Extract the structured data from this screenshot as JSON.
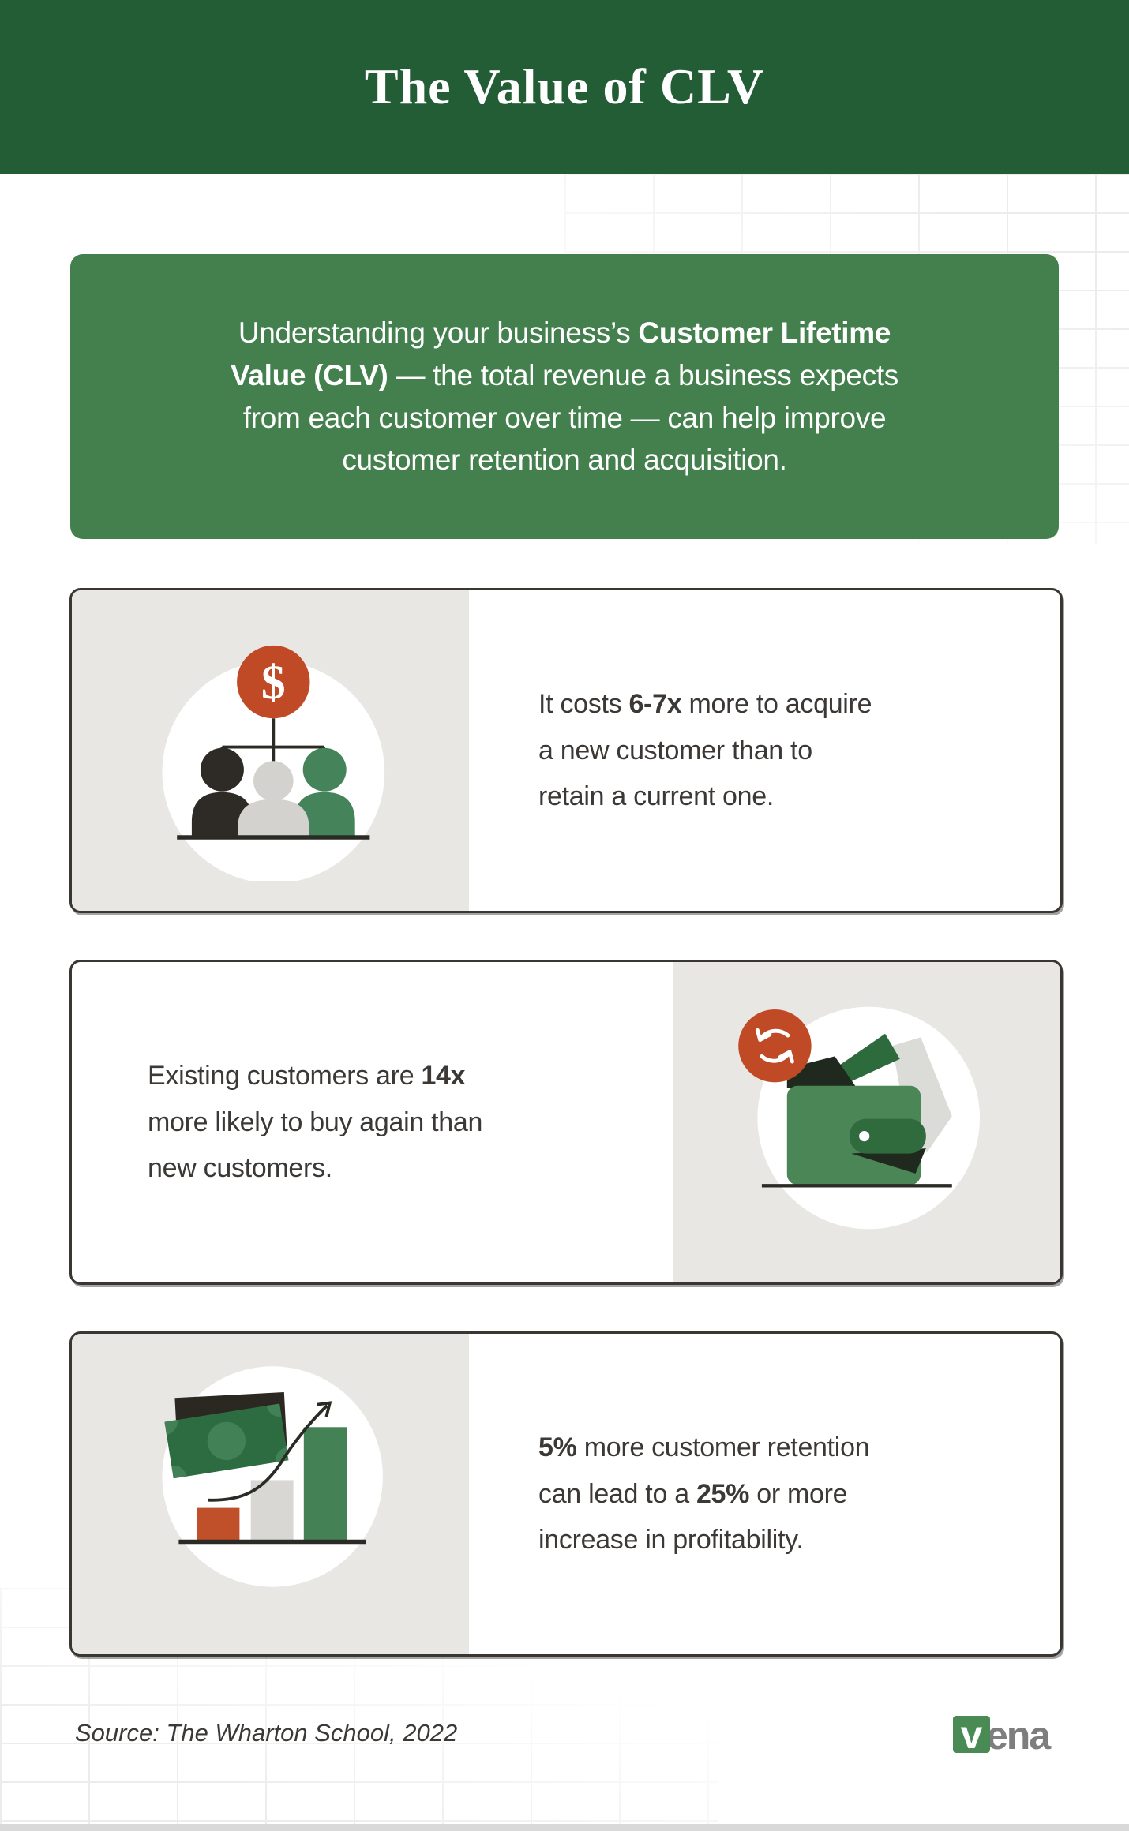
{
  "header": {
    "title": "The Value of CLV"
  },
  "intro": {
    "lines": [
      "Understanding your business’s **Customer Lifetime**",
      "**Value (CLV)** — the total revenue a business expects",
      "from each customer over time — can help improve",
      "customer retention and acquisition."
    ]
  },
  "cards": [
    {
      "icon": "dollar-org-chart",
      "lines": [
        "It costs **6-7x** more to acquire",
        "a new customer than to",
        "retain a current one."
      ]
    },
    {
      "icon": "wallet-refresh",
      "lines": [
        "Existing customers are **14x**",
        "more likely to buy again than",
        "new customers."
      ]
    },
    {
      "icon": "money-growth-chart",
      "lines": [
        "**5%** more customer retention",
        "can lead to a **25%** or more",
        "increase in profitability."
      ]
    }
  ],
  "icons": {
    "dollar_glyph": "$"
  },
  "footer": {
    "source": "Source: The Wharton School, 2022",
    "logo": {
      "v": "v",
      "rest": "ena"
    }
  },
  "colors": {
    "header_green": "#235d36",
    "intro_box_green": "#44804e",
    "accent_orange": "#c14a26",
    "figure_green": "#45835a",
    "wallet_green": "#4a8656",
    "dark_ink": "#2e2b26",
    "panel_gray": "#e8e7e4",
    "text_dark": "#3b3835",
    "logo_gray": "#7e7e7e",
    "logo_green": "#4a8a55"
  }
}
